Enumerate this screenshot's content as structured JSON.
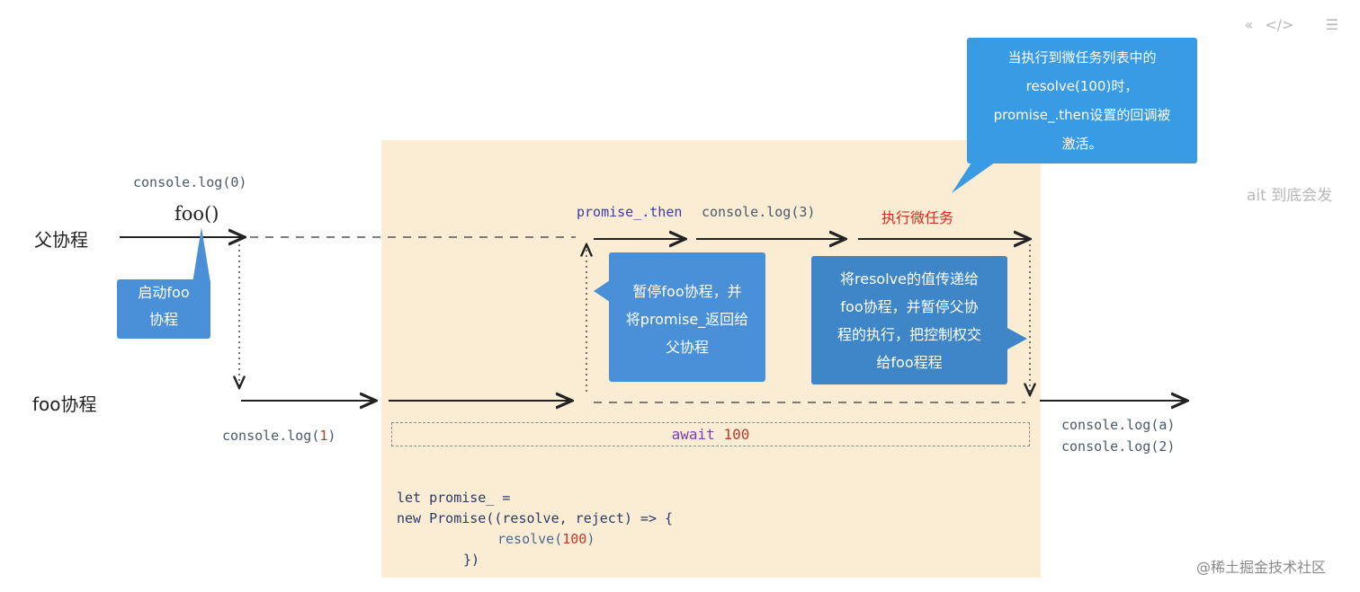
{
  "rows": {
    "parent": "父协程",
    "foo": "foo协程"
  },
  "code_labels": {
    "log0": "console.log(0)",
    "foo_call": "foo()",
    "log1_prefix": "console.log(",
    "log1_num": "1",
    "log1_suffix": ")",
    "then": "promise_.then",
    "log3": "console.log(3)",
    "micro": "执行微任务",
    "loga": "console.log(a)",
    "log2": "console.log(2)",
    "await_prefix": "await ",
    "await_num": "100"
  },
  "callouts": {
    "start": [
      "启动foo",
      "协程"
    ],
    "pause": [
      "暂停foo协程，并",
      "将promise_返回给",
      "父协程"
    ],
    "resolve_pass": [
      "将resolve的值传递给",
      "foo协程，并暂停父协",
      "程的执行，把控制权交",
      "给foo程程"
    ],
    "top": [
      "当执行到微任务列表中的",
      "resolve(100)时，",
      "promise_.then设置的回调被",
      "激活。"
    ]
  },
  "code_block": {
    "line1": "let promise_ =",
    "line2": "new Promise((resolve, reject) => {",
    "line3_fn": "resolve(",
    "line3_num": "100",
    "line3_end": ")",
    "line4": "})"
  },
  "side_text": "ait 到底会发",
  "watermark": "@稀土掘金技术社区",
  "toolbar_icons": [
    "collapse-icon",
    "code-icon",
    "list-icon"
  ],
  "colors": {
    "panel": "#fbecd4",
    "callout": "#4a90d9",
    "then_label": "#3b3bb0",
    "micro_label": "#d62b1f"
  }
}
